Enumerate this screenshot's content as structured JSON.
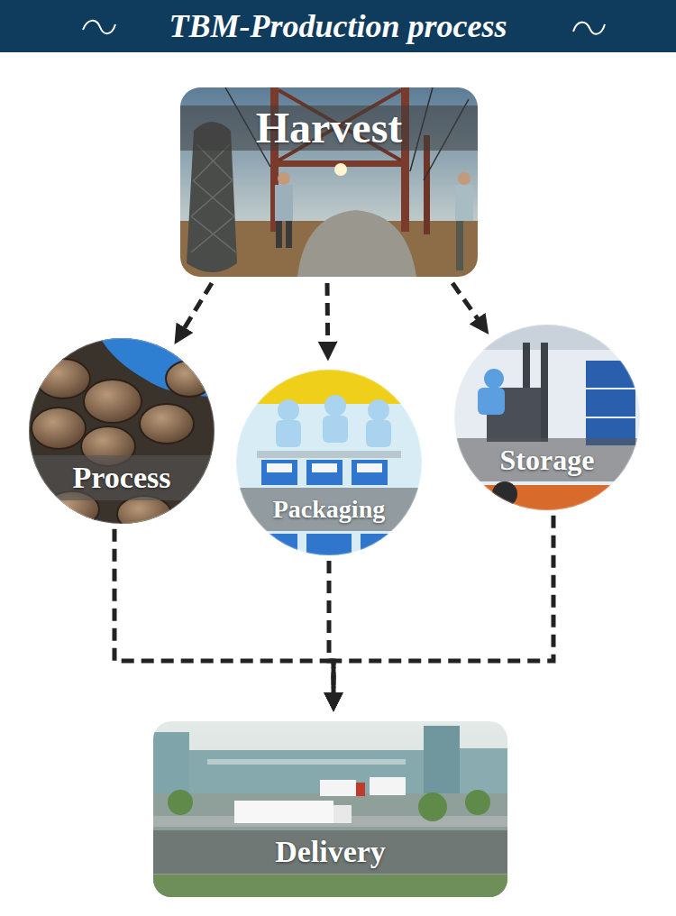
{
  "diagram": {
    "title": "TBM-Production process",
    "nodes": [
      {
        "text": [
          "Harvest"
        ]
      },
      {
        "text": [
          "Process"
        ]
      },
      {
        "text": [
          "Packaging"
        ]
      },
      {
        "text": [
          "Storage"
        ]
      },
      {
        "text": [
          "Delivery"
        ]
      }
    ],
    "edges": [
      {
        "from": 0,
        "to": 1,
        "arrow": "to"
      },
      {
        "from": 0,
        "to": 2,
        "arrow": "to"
      },
      {
        "from": 0,
        "to": 3,
        "arrow": "to"
      },
      {
        "from": 1,
        "to": 4,
        "arrow": "to"
      },
      {
        "from": 2,
        "to": 4,
        "arrow": "to"
      },
      {
        "from": 3,
        "to": 4,
        "arrow": "to"
      }
    ]
  }
}
